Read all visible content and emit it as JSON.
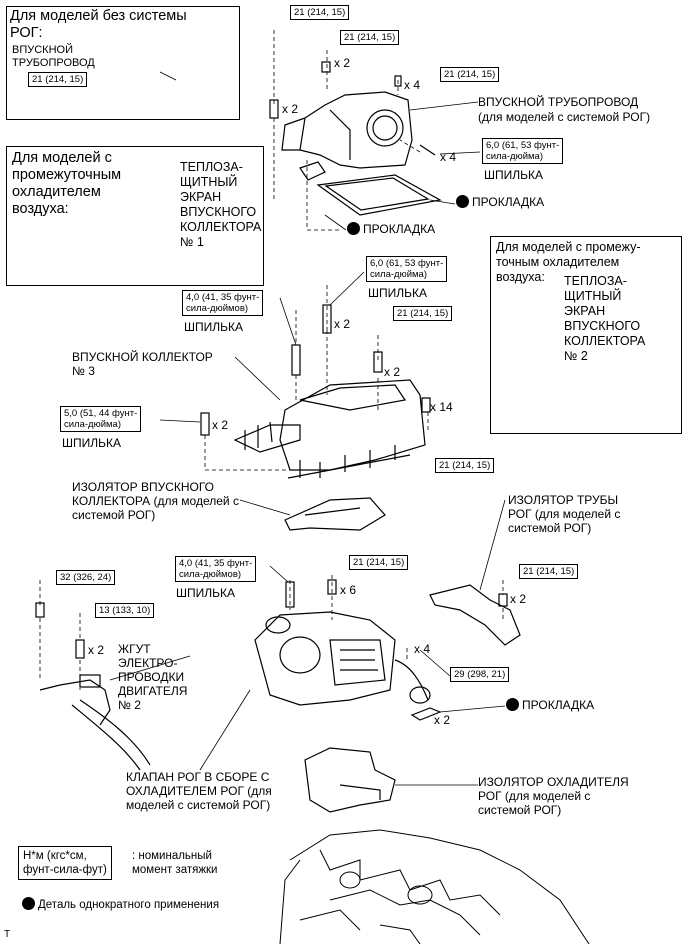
{
  "insets": {
    "no_egr": {
      "title": "Для моделей без системы\nРОГ:",
      "part_label": "ВПУСКНОЙ\nТРУБОПРОВОД",
      "torque": "21 (214, 15)"
    },
    "intercooler_1": {
      "title": "Для моделей с\nпромежуточным\nохладителем\nвоздуха:",
      "part_label": "ТЕПЛОЗА-\nЩИТНЫЙ\nЭКРАН\nВПУСКНОГО\nКОЛЛЕКТОРА\n№ 1"
    },
    "intercooler_2": {
      "title": "Для моделей с промежу-\nточным охладителем\nвоздуха:",
      "part_label": "ТЕПЛОЗА-\nЩИТНЫЙ\nЭКРАН\nВПУСКНОГО\nКОЛЛЕКТОРА\n№ 2"
    }
  },
  "labels": {
    "intake_pipe": "ВПУСКНОЙ ТРУБОПРОВОД\n(для моделей с системой РОГ)",
    "gasket_1": "ПРОКЛАДКА",
    "gasket_2": "ПРОКЛАДКА",
    "gasket_3": "ПРОКЛАДКА",
    "stud_1": "ШПИЛЬКА",
    "stud_2": "ШПИЛЬКА",
    "stud_3": "ШПИЛЬКА",
    "stud_4": "ШПИЛЬКА",
    "stud_5": "ШПИЛЬКА",
    "intake_manifold": "ВПУСКНОЙ КОЛЛЕКТОР\n№ 3",
    "manifold_insulator": "ИЗОЛЯТОР ВПУСКНОГО\nКОЛЛЕКТОРА (для моделей с\nсистемой РОГ)",
    "egr_pipe_insulator": "ИЗОЛЯТОР ТРУБЫ\nРОГ (для моделей с\nсистемой РОГ)",
    "wire_harness": "ЖГУТ\nЭЛЕКТРО-\nПРОВОДКИ\nДВИГАТЕЛЯ\n№ 2",
    "egr_valve": "КЛАПАН РОГ В СБОРЕ С\nОХЛАДИТЕЛЕМ РОГ (для\nмоделей с системой РОГ)",
    "egr_cooler_insulator": "ИЗОЛЯТОР ОХЛАДИТЕЛЯ\nРОГ (для моделей с\nсистемой РОГ)",
    "footer_mark": "T"
  },
  "quantities": {
    "q1": "x 2",
    "q2": "x 4",
    "q3": "x 2",
    "q4": "x 4",
    "q5": "x 2",
    "q6": "x 2",
    "q7": "x 2",
    "q8": "x 14",
    "q9": "x 6",
    "q10": "x 2",
    "q11": "x 2",
    "q12": "x 4",
    "q13": "x 2"
  },
  "torques": {
    "t1": "21 (214, 15)",
    "t2": "21 (214, 15)",
    "t3": "21 (214, 15)",
    "t4": "6,0 (61, 53 фунт-\nсила-дюйма)",
    "t5": "6,0 (61, 53 фунт-\nсила-дюйма)",
    "t6": "4,0 (41, 35 фунт-\nсила-дюймов)",
    "t7": "21 (214, 15)",
    "t8": "5,0 (51, 44 фунт-\nсила-дюйма)",
    "t9": "21 (214, 15)",
    "t10": "4,0 (41, 35 фунт-\nсила-дюймов)",
    "t11": "21 (214, 15)",
    "t12": "32 (326, 24)",
    "t13": "13 (133, 10)",
    "t14": "21 (214, 15)",
    "t15": "29 (298, 21)"
  },
  "legend": {
    "unit_box": "Н*м (кгс*см,\nфунт-сила-фут)",
    "unit_text": ": номинальный\nмомент затяжки",
    "dot_text": "Деталь однократного применения"
  }
}
